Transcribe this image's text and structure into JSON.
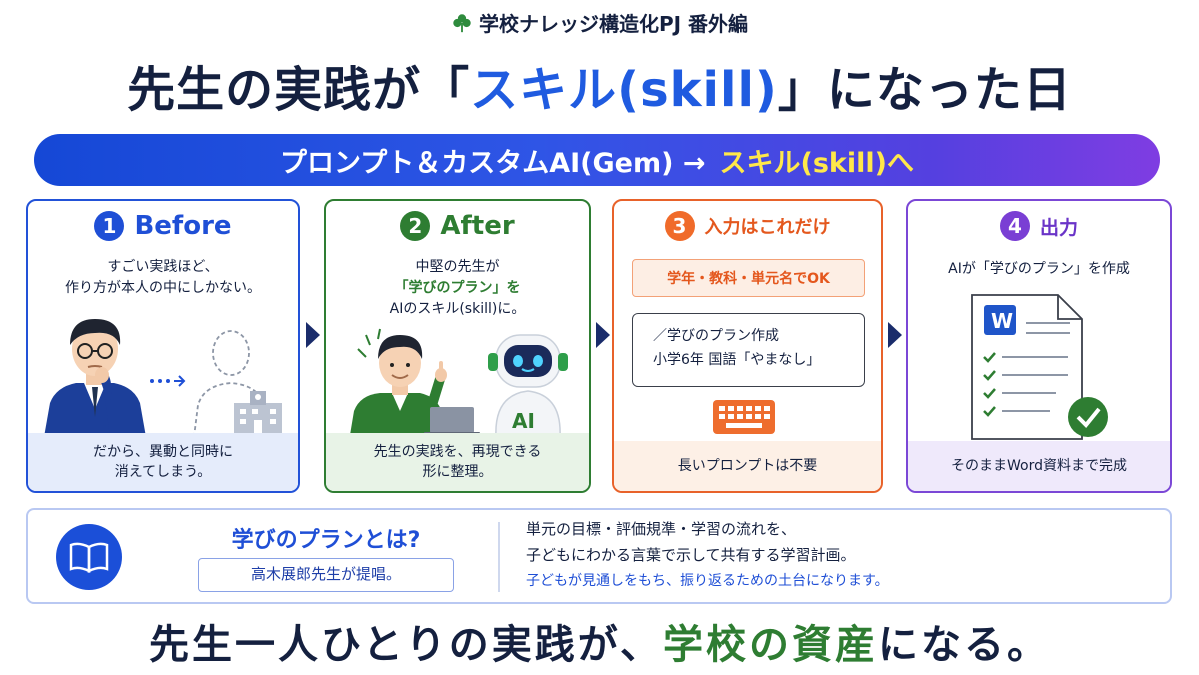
{
  "header": {
    "tag": "学校ナレッジ構造化PJ 番外編",
    "title_pre": "先生の実践が「",
    "title_highlight": "スキル(skill)",
    "title_post": "」になった日",
    "banner_pre": "プロンプト＆カスタムAI(Gem) →",
    "banner_highlight": "スキル(skill)へ"
  },
  "cards": [
    {
      "num": "1",
      "heading": "Before",
      "lines": [
        "すごい実践ほど、",
        "作り方が本人の中にしかない。"
      ],
      "footer": [
        "だから、異動と同時に",
        "消えてしまう。"
      ]
    },
    {
      "num": "2",
      "heading": "After",
      "lines": [
        "中堅の先生が",
        "「学びのプラン」を",
        "AIのスキル(skill)に。"
      ],
      "robot_label": "AI",
      "footer": [
        "先生の実践を、再現できる",
        "形に整理。"
      ]
    },
    {
      "num": "3",
      "heading": "入力はこれだけ",
      "ok_text": "学年・教科・単元名でOK",
      "command": [
        "／学びのプラン作成",
        "小学6年 国語「やまなし」"
      ],
      "footer": [
        "長いプロンプトは不要"
      ]
    },
    {
      "num": "4",
      "heading": "出力",
      "lines": [
        "AIが「学びのプラン」を作成"
      ],
      "doc_letter": "W",
      "footer": [
        "そのままWord資料まで完成"
      ]
    }
  ],
  "info": {
    "question": "学びのプランとは?",
    "proposer": "高木展郎先生が提唱。",
    "desc1": "単元の目標・評価規準・学習の流れを、",
    "desc2": "子どもにわかる言葉で示して共有する学習計画。",
    "desc3": "子どもが見通しをもち、振り返るための土台になります。"
  },
  "footer": {
    "pre": "先生一人ひとりの実践が、",
    "highlight": "学校の資産",
    "post": "になる。"
  },
  "colors": {
    "navy": "#14203f",
    "blue": "#1f4fd6",
    "green": "#2e7d32",
    "orange": "#e4581e",
    "purple": "#7a3fd4",
    "yellow": "#ffe84a"
  },
  "icons": [
    "clover-icon",
    "person-thinking-icon",
    "dotted-arrow-icon",
    "silhouette-icon",
    "school-building-icon",
    "teacher-icon",
    "laptop-icon",
    "robot-icon",
    "keyboard-icon",
    "word-document-icon",
    "checklist-icon",
    "check-circle-icon",
    "book-icon",
    "chevron-right-icon"
  ]
}
